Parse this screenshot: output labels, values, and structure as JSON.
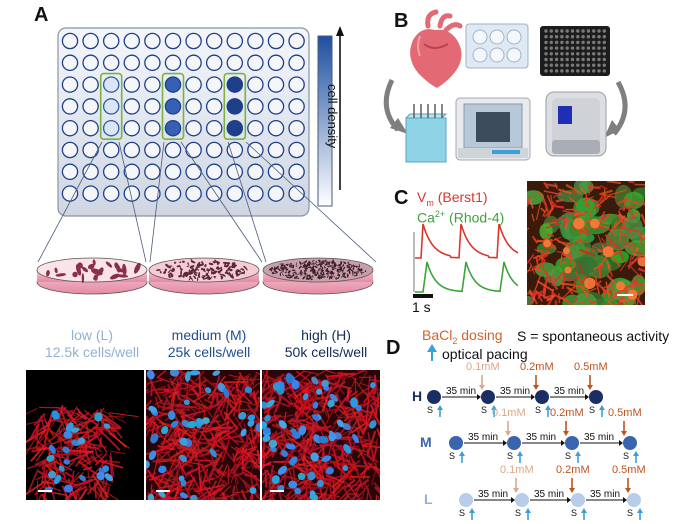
{
  "panel_letters": {
    "a": "A",
    "b": "B",
    "c": "C",
    "d": "D"
  },
  "panel_a": {
    "colorbar_label": "cell density",
    "densities": [
      {
        "name": "low (L)",
        "count": "12.5k cells/well",
        "color": "#8fb1d6"
      },
      {
        "name": "medium (M)",
        "count": "25k cells/well",
        "color": "#1f4f8f"
      },
      {
        "name": "high (H)",
        "count": "50k cells/well",
        "color": "#122b57"
      }
    ]
  },
  "panel_c": {
    "vm_label": "V",
    "vm_sub": "m",
    "vm_dye": " (Berst1)",
    "ca_label": "Ca",
    "ca_sup": "2+",
    "ca_dye": " (Rhod-4)",
    "scale_label": "1 s"
  },
  "panel_d": {
    "bacl_label": "BaCl",
    "bacl_sub": "2",
    "bacl_suffix": " dosing",
    "spont_label": "S = spontaneous activity",
    "pacing_label": "optical pacing",
    "rows": [
      {
        "label": "H",
        "doses": [
          "0.1mM",
          "0.2mM",
          "0.5mM"
        ],
        "interval": "35 min",
        "s": "S"
      },
      {
        "label": "M",
        "doses": [
          "0.1mM",
          "0.2mM",
          "0.5mM"
        ],
        "interval": "35 min",
        "s": "S"
      },
      {
        "label": "L",
        "doses": [
          "0.1mM",
          "0.2mM",
          "0.5mM"
        ],
        "interval": "35 min",
        "s": "S"
      }
    ]
  },
  "colors": {
    "plate_well": "#1e3f8a",
    "highlight_box": "#7bb241",
    "vm_trace": "#d9372b",
    "ca_trace": "#3da33a",
    "dose_light": "#e0a58a",
    "dose_dark": "#c0521e",
    "pacing_arrow": "#3aa0d8",
    "bacl": "#d4622a"
  }
}
